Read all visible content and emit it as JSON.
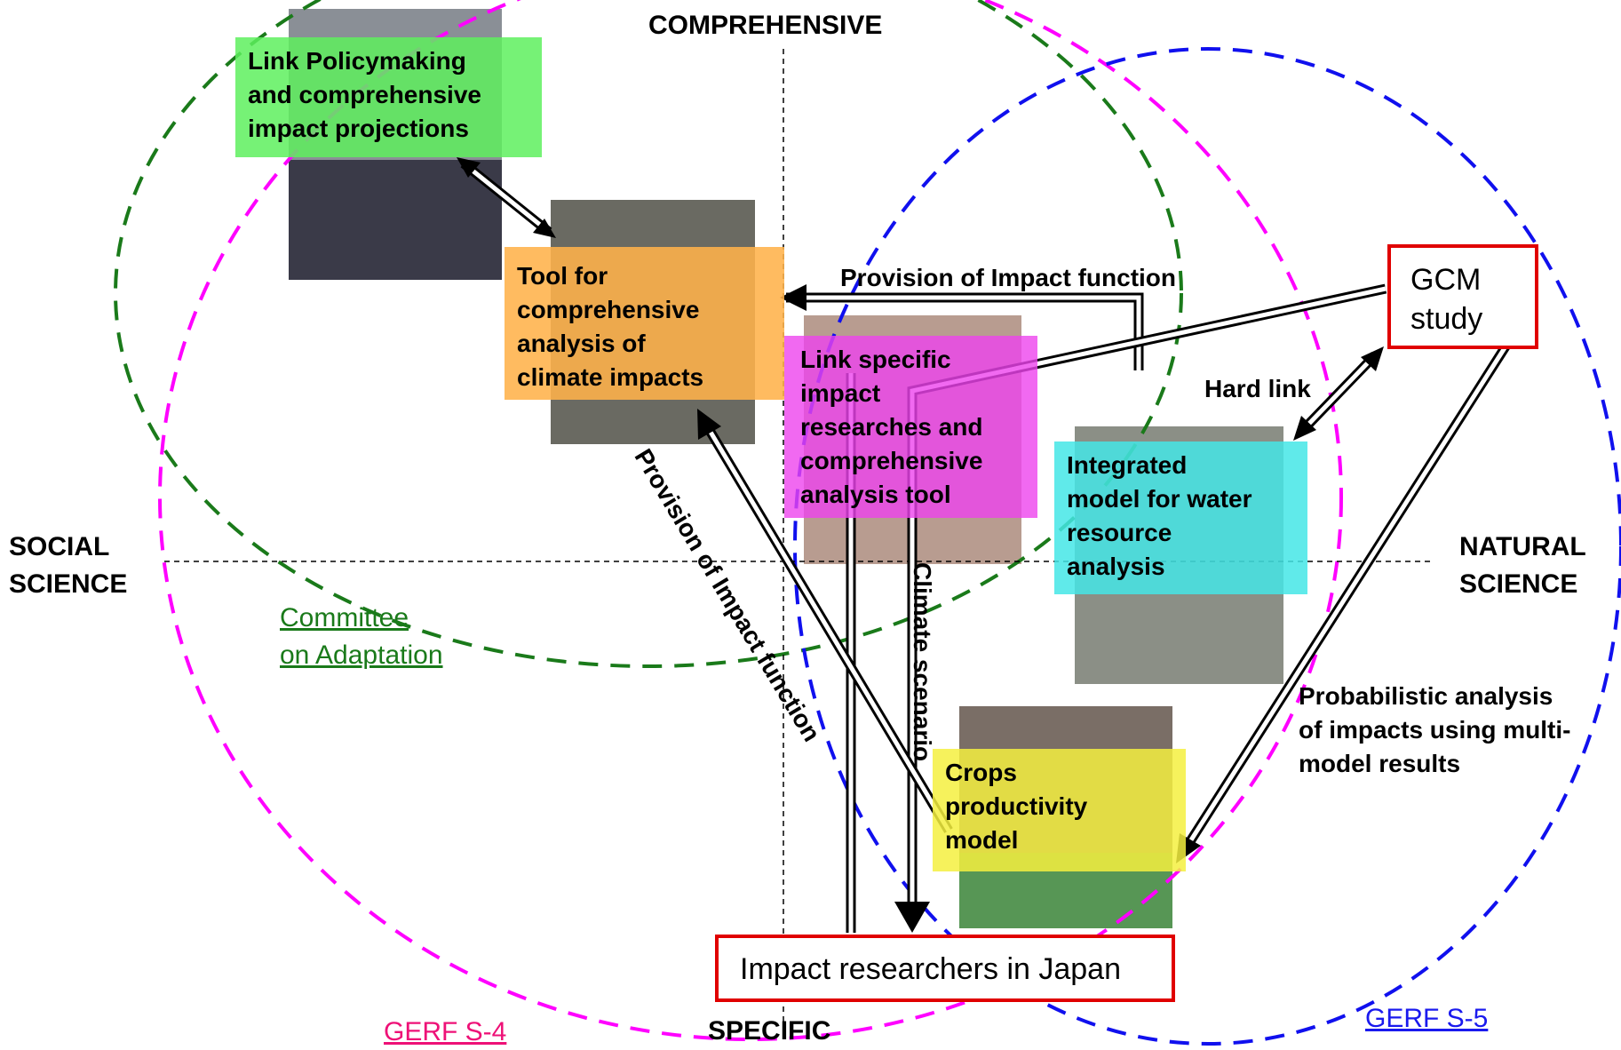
{
  "axes": {
    "top": "COMPREHENSIVE",
    "bottom": "SPECIFIC",
    "left_line1": "SOCIAL",
    "left_line2": "SCIENCE",
    "right_line1": "NATURAL",
    "right_line2": "SCIENCE"
  },
  "circles": {
    "green_label_line1": "Committee",
    "green_label_line2": "on Adaptation",
    "magenta_label": "GERF S-4",
    "blue_label": "GERF S-5",
    "colors": {
      "green": "#1a7a1a",
      "magenta": "#ff00ff",
      "blue": "#1010ee"
    }
  },
  "boxes": {
    "policy": {
      "lines": [
        "Link Policymaking",
        "and comprehensive",
        "impact projections"
      ],
      "color": "#5ef05e"
    },
    "tool": {
      "lines": [
        "Tool for",
        "comprehensive",
        "analysis of",
        "climate impacts"
      ],
      "color": "#ffb24a"
    },
    "link_specific": {
      "lines": [
        "Link specific",
        "impact",
        "researches and",
        "comprehensive",
        "analysis tool"
      ],
      "color": "#ee44ee"
    },
    "water": {
      "lines": [
        "Integrated",
        "model for water",
        "resource",
        "analysis"
      ],
      "color": "#44e6e6"
    },
    "crops": {
      "lines": [
        "Crops",
        "productivity",
        "model"
      ],
      "color": "#f4f040"
    }
  },
  "nodes": {
    "gcm_line1": "GCM",
    "gcm_line2": "study",
    "impact_researchers": "Impact researchers in Japan"
  },
  "edges": {
    "provision_top": "Provision of Impact function",
    "provision_diag": "Provision of Impact function",
    "climate_scenario": "Climate scenario",
    "hard_link": "Hard link",
    "probabilistic_lines": [
      "Probabilistic analysis",
      "of impacts using multi-",
      "model results"
    ]
  }
}
